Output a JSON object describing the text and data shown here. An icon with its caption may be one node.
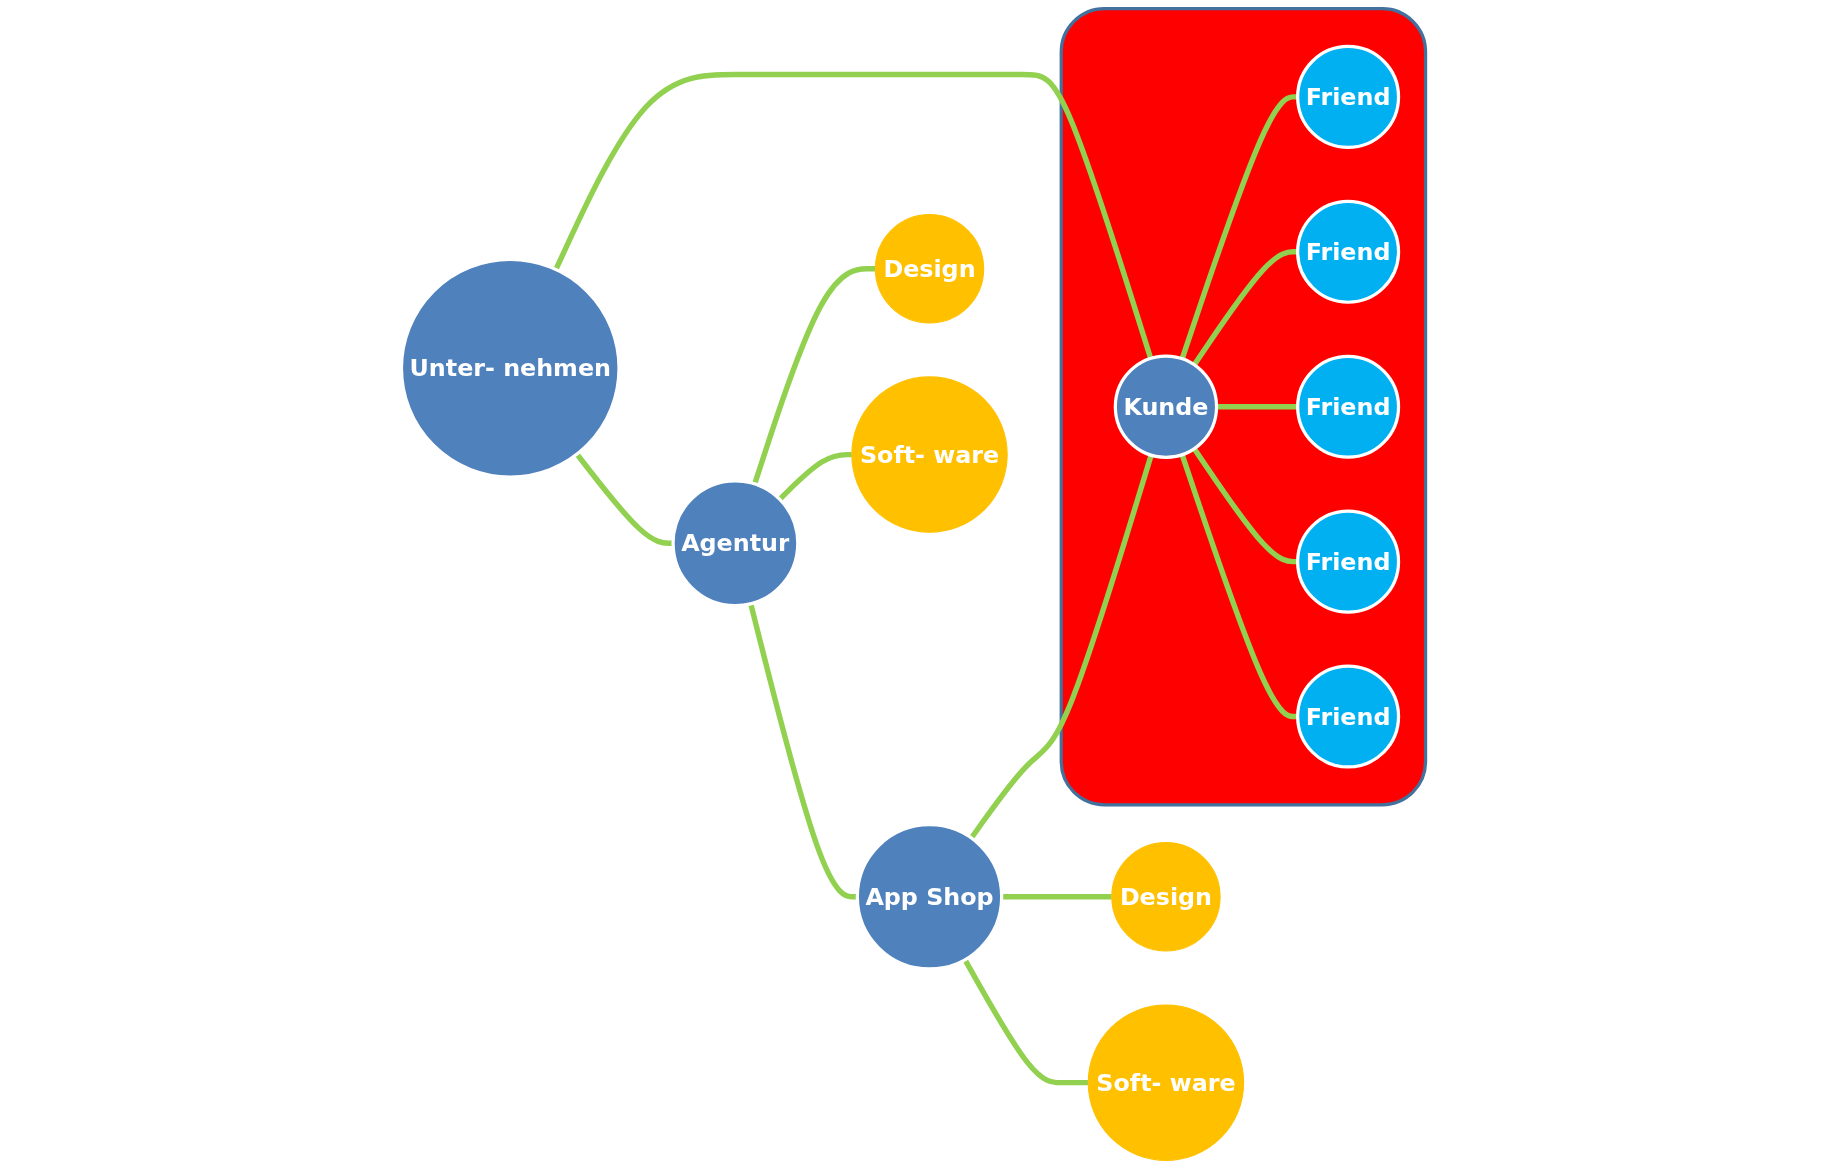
{
  "diagram": {
    "nodes": [
      {
        "text": [
          "Unter- nehmen"
        ]
      },
      {
        "text": [
          "Agentur"
        ]
      },
      {
        "text": [
          "App Shop"
        ]
      },
      {
        "text": [
          "Design"
        ]
      },
      {
        "text": [
          "Soft- ware"
        ]
      },
      {
        "text": [
          "Design"
        ]
      },
      {
        "text": [
          "Soft- ware"
        ]
      },
      {
        "text": [],
        "shape": "box"
      },
      {
        "text": [
          "Kunde"
        ],
        "in": 7
      },
      {
        "text": [
          "Friend"
        ],
        "in": 7
      },
      {
        "text": [
          "Friend"
        ],
        "in": 7
      },
      {
        "text": [
          "Friend"
        ],
        "in": 7
      },
      {
        "text": [
          "Friend"
        ],
        "in": 7
      },
      {
        "text": [
          "Friend"
        ],
        "in": 7
      }
    ],
    "edges": [
      {
        "from": 0,
        "to": 1,
        "arrow": "none"
      },
      {
        "from": 1,
        "to": 2,
        "arrow": "none"
      },
      {
        "from": 2,
        "to": 8,
        "arrow": "none"
      },
      {
        "from": 0,
        "to": 8,
        "arrow": "none"
      },
      {
        "from": 1,
        "to": 3,
        "arrow": "none"
      },
      {
        "from": 1,
        "to": 4,
        "arrow": "none"
      },
      {
        "from": 2,
        "to": 5,
        "arrow": "none"
      },
      {
        "from": 2,
        "to": 6,
        "arrow": "none"
      },
      {
        "from": 8,
        "to": 9,
        "arrow": "none"
      },
      {
        "from": 8,
        "to": 10,
        "arrow": "none"
      },
      {
        "from": 8,
        "to": 11,
        "arrow": "none"
      },
      {
        "from": 8,
        "to": 12,
        "arrow": "none"
      },
      {
        "from": 8,
        "to": 13,
        "arrow": "none"
      }
    ]
  }
}
